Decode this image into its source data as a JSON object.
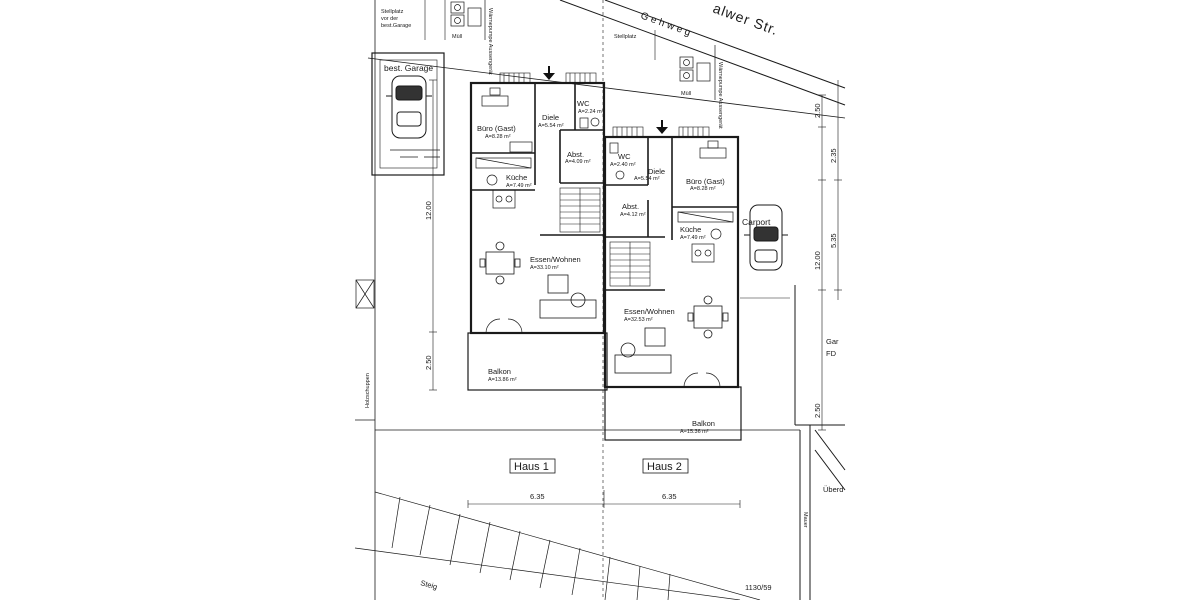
{
  "streets": {
    "main_street": "alwer Str.",
    "sidewalk": "Gehweg",
    "path": "Steig"
  },
  "site": {
    "parking_1": "Stellplatz",
    "parking_1b": "vor der",
    "parking_1c": "best.Garage",
    "parking_2": "Stellplatz",
    "garage_existing": "best. Garage",
    "waste_1": "Müll",
    "waste_2": "Müll",
    "heatpump_1": "Wärmepumpe Aussengerät",
    "heatpump_2": "Wärmepumpe Aussengerät",
    "woodshed": "Holzschuppen",
    "carport": "Carport",
    "neighbor_garage": "Gar",
    "neighbor_fd": "FD",
    "neighbor_roof": "Überd",
    "wall": "Mauer",
    "plan_number": "1130/59"
  },
  "house1": {
    "label": "Haus 1",
    "rooms": {
      "buero": {
        "name": "Büro (Gast)",
        "area": "A=8.28 m²"
      },
      "diele": {
        "name": "Diele",
        "area": "A=5.54 m²"
      },
      "wc": {
        "name": "WC",
        "area": "A=2.24 m²"
      },
      "abst": {
        "name": "Abst.",
        "area": "A=4.09 m²"
      },
      "kueche": {
        "name": "Küche",
        "area": "A=7.49 m²"
      },
      "essen": {
        "name": "Essen/Wohnen",
        "area": "A=33.10 m²"
      },
      "balkon": {
        "name": "Balkon",
        "area": "A=13.86 m²"
      }
    }
  },
  "house2": {
    "label": "Haus 2",
    "rooms": {
      "wc": {
        "name": "WC",
        "area": "A=2.40 m²"
      },
      "diele": {
        "name": "Diele",
        "area": "A=5.54 m²"
      },
      "buero": {
        "name": "Büro (Gast)",
        "area": "A=8.28 m²"
      },
      "abst": {
        "name": "Abst.",
        "area": "A=4.12 m²"
      },
      "kueche": {
        "name": "Küche",
        "area": "A=7.49 m²"
      },
      "essen": {
        "name": "Essen/Wohnen",
        "area": "A=32.53 m²"
      },
      "balkon": {
        "name": "Balkon",
        "area": "A=15.36 m²"
      }
    }
  },
  "dimensions": {
    "left_depth": "12.00",
    "left_balcony": "2.50",
    "width_h1": "6.35",
    "width_h2": "6.35",
    "right_1": "2.50",
    "right_2": "2.35",
    "right_3": "5.35",
    "right_depth": "12.00",
    "right_balcony": "2.50"
  }
}
